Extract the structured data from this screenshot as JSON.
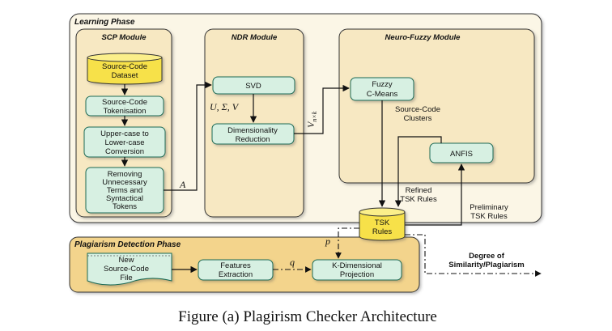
{
  "learning_phase": {
    "title": "Learning Phase",
    "scp_module": {
      "title": "SCP Module",
      "dataset": [
        "Source-Code",
        "Dataset"
      ],
      "tokenisation": [
        "Source-Code",
        "Tokenisation"
      ],
      "conversion": [
        "Upper-case to",
        "Lower-case",
        "Conversion"
      ],
      "removing": [
        "Removing",
        "Unnecessary",
        "Terms and",
        "Syntactical",
        "Tokens"
      ]
    },
    "ndr_module": {
      "title": "NDR Module",
      "svd": "SVD",
      "dim_reduction": [
        "Dimensionality",
        "Reduction"
      ]
    },
    "neuro_fuzzy_module": {
      "title": "Neuro-Fuzzy Module",
      "fuzzy": [
        "Fuzzy",
        "C-Means"
      ],
      "clusters": [
        "Source-Code",
        "Clusters"
      ],
      "anfis": "ANFIS"
    }
  },
  "labels": {
    "a": "A",
    "usv": "U, Σ, V",
    "vnk": "V",
    "vnk_sub": "n×k",
    "refined": [
      "Refined",
      "TSK Rules"
    ],
    "preliminary": [
      "Preliminary",
      "TSK Rules"
    ],
    "p": "p",
    "q": "q",
    "degree": [
      "Degree of",
      "Similarity/Plagiarism"
    ]
  },
  "tsk_rules": [
    "TSK",
    "Rules"
  ],
  "plagiarism_phase": {
    "title": "Plagiarism Detection Phase",
    "new_file": [
      "New",
      "Source-Code",
      "File"
    ],
    "features": [
      "Features",
      "Extraction"
    ],
    "kdim": [
      "K-Dimensional",
      "Projection"
    ]
  },
  "caption": "Figure (a) Plagirism Checker Architecture",
  "colors": {
    "panel_fill": "#fbf6e6",
    "module_fill": "#f7e8c2",
    "detection_fill": "#f3d48c",
    "box_fill": "#d7f0e2",
    "box_stroke": "#1d6b55",
    "cylinder_fill": "#f7e14a"
  }
}
